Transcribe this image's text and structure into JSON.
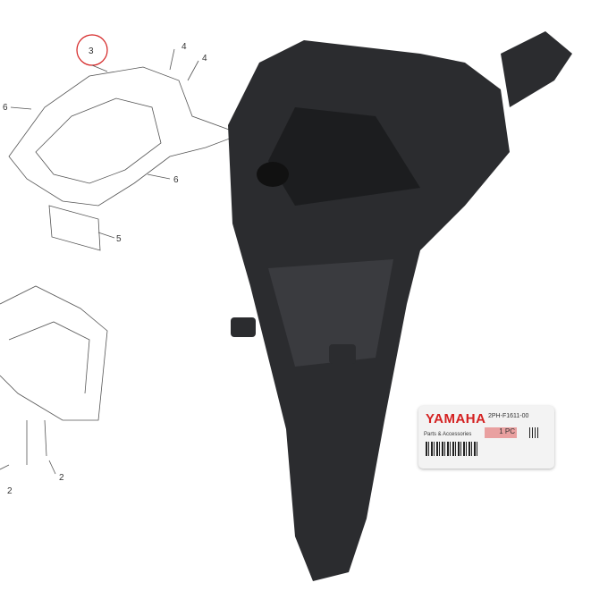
{
  "diagram": {
    "callouts": [
      "3",
      "4",
      "4",
      "6",
      "6",
      "5",
      "2",
      "2"
    ]
  },
  "product_label": {
    "brand": "YAMAHA",
    "part_number": "2PH-F1611-00",
    "tagline": "Parts & Accessories",
    "quantity": "1 PC",
    "brand_color": "#d42020"
  },
  "colors": {
    "fender": "#2b2c2f",
    "highlight_circle": "#d42020"
  }
}
